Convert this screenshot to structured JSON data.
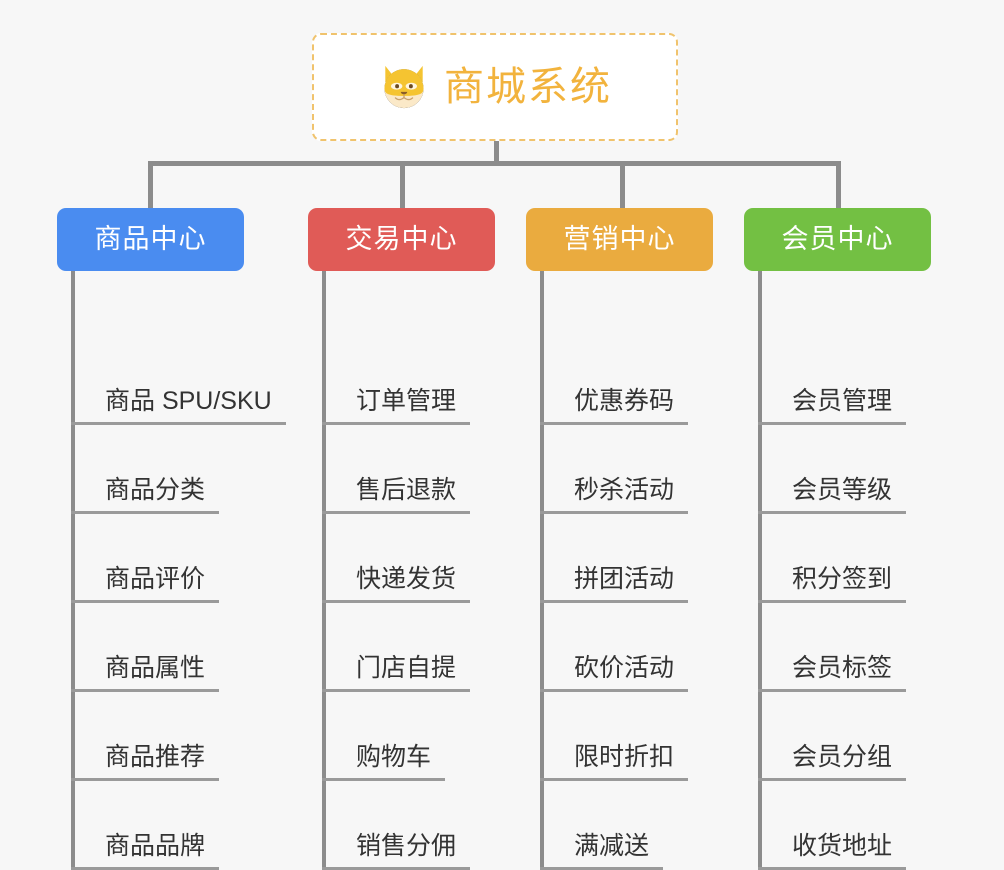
{
  "diagram": {
    "title": "商城系统",
    "background_color": "#f7f7f7",
    "root": {
      "label": "商城系统",
      "icon": "shiba-dog-emoji",
      "text_color": "#f2b33d",
      "border_color": "#f0c36d",
      "fill_color": "#ffffff",
      "border_style": "dashed"
    },
    "connector_color": "#8c8c8c",
    "leaf_text_color": "#333333",
    "leaf_underline_color": "#9a9a9a",
    "columns": [
      {
        "label": "商品中心",
        "color": "#4a8cf0",
        "text_color": "#ffffff",
        "items": [
          "商品 SPU/SKU",
          "商品分类",
          "商品评价",
          "商品属性",
          "商品推荐",
          "商品品牌"
        ]
      },
      {
        "label": "交易中心",
        "color": "#e05b57",
        "text_color": "#ffffff",
        "items": [
          "订单管理",
          "售后退款",
          "快递发货",
          "门店自提",
          "购物车",
          "销售分佣"
        ]
      },
      {
        "label": "营销中心",
        "color": "#eaab3f",
        "text_color": "#ffffff",
        "items": [
          "优惠券码",
          "秒杀活动",
          "拼团活动",
          "砍价活动",
          "限时折扣",
          "满减送"
        ]
      },
      {
        "label": "会员中心",
        "color": "#73c043",
        "text_color": "#ffffff",
        "items": [
          "会员管理",
          "会员等级",
          "积分签到",
          "会员标签",
          "会员分组",
          "收货地址"
        ]
      }
    ]
  }
}
